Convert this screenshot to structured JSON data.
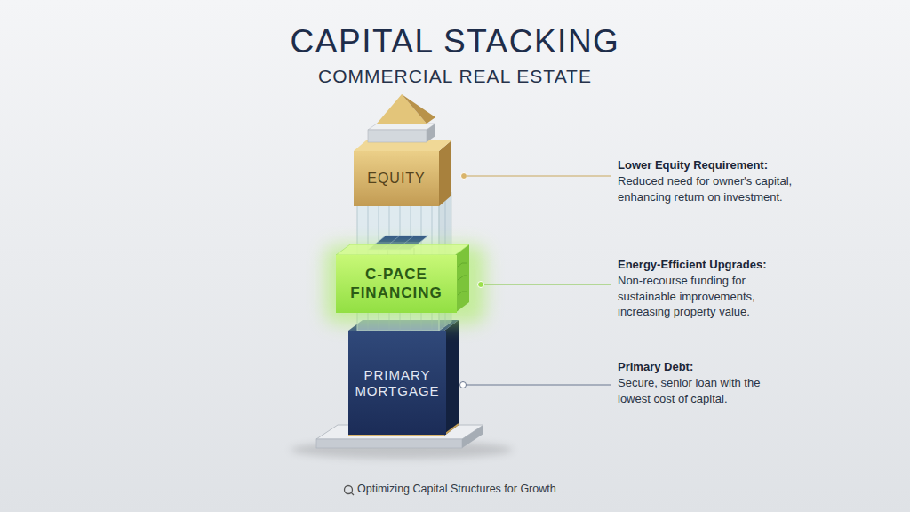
{
  "diagram": {
    "title": "CAPITAL STACKING",
    "caption": "Optimizing Capital Structures for Growth",
    "nodes": [
      {
        "text": [
          "EQUITY"
        ]
      },
      {
        "text": [
          "C-PACE FINANCING"
        ]
      },
      {
        "text": [
          "PRIMARY MORTGAGE"
        ]
      }
    ],
    "labels": [
      "COMMERCIAL REAL ESTATE",
      "Lower Equity Requirement:",
      "Reduced need for owner's capital, enhancing return on investment.",
      "Energy-Efficient Upgrades:",
      "Non-recourse funding for sustainable improvements, increasing property value.",
      "Primary Debt:",
      "Secure, senior loan with the lowest cost of capital."
    ]
  }
}
